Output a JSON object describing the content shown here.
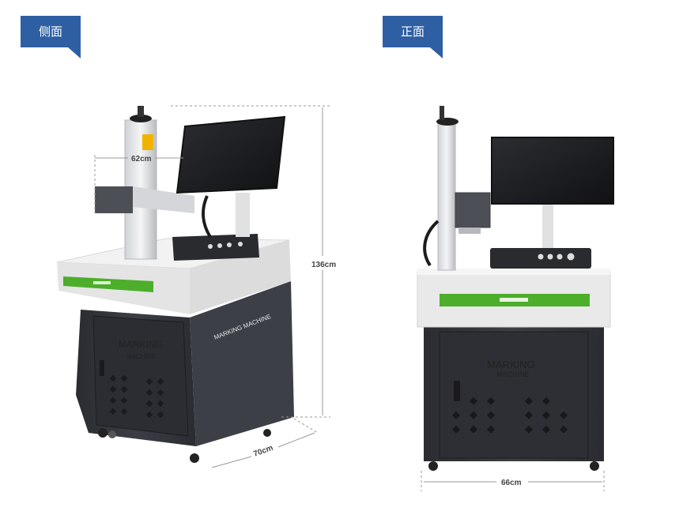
{
  "labels": {
    "side_view": "侧面",
    "front_view": "正面"
  },
  "dimensions": {
    "arm_reach": "62cm",
    "height": "136cm",
    "depth": "70cm",
    "width": "66cm"
  },
  "machine_text": {
    "brand_line1": "MARKING",
    "brand_line2": "MACHINE",
    "side_panel": "MARKING MACHINE"
  },
  "colors": {
    "tag_blue": "#2f5fa3",
    "accent_green": "#4cae2a",
    "cabinet_dark": "#34363c",
    "table_white": "#eeeeee"
  }
}
